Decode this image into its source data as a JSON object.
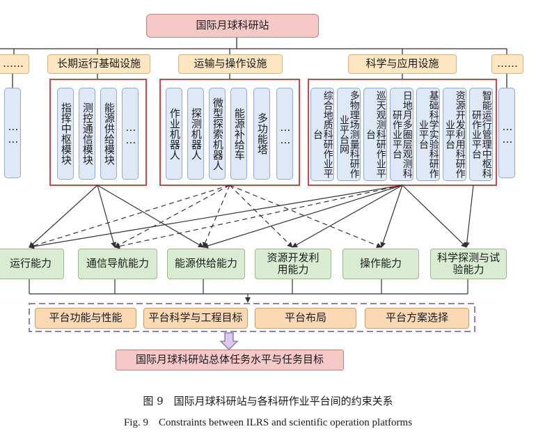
{
  "title": "国际月球科研站",
  "categories": {
    "left_ellipsis": "……",
    "long_term": "长期运行基础设施",
    "transport": "运输与操作设施",
    "science": "科学与应用设施",
    "right_ellipsis": "……"
  },
  "long_term_items": [
    "指挥中枢模块",
    "测控通信模块",
    "能源供给模块",
    "……"
  ],
  "transport_items": [
    "作业机器人",
    "探测机器人",
    "微型探索机器人",
    "能源补给车",
    "多功能塔",
    "……"
  ],
  "science_items": [
    "综合地质科研作业平台",
    "多物理场测量科研作业平台网",
    "巡天观测科研作业平台",
    "日地月多圈层观测科研作业平台",
    "基础科学实验科研作业平台",
    "资源开发利用科研作业平台",
    "智能运行管理中枢科研作业平台"
  ],
  "side_ellipsis": "……",
  "capabilities": [
    "运行能力",
    "通信导航能力",
    "能源供给能力",
    "资源开发利用能力",
    "操作能力",
    "科学探测与试验能力"
  ],
  "bottom_boxes": [
    "平台功能与性能",
    "平台科学与工程目标",
    "平台布局",
    "平台方案选择"
  ],
  "final_goal": "国际月球科研站总体任务水平与任务目标",
  "caption_cn": "图 9　国际月球科研站与各科研作业平台间的约束关系",
  "caption_en": "Fig. 9　Constraints between ILRS and scientific operation platforms"
}
